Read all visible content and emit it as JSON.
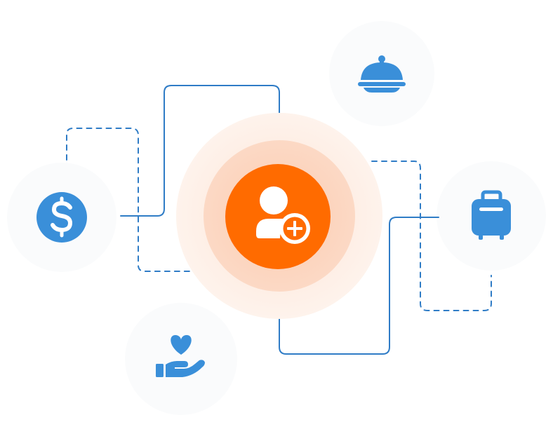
{
  "diagram": {
    "center": {
      "icon": "add-user-icon",
      "color": "#FF6B00",
      "halo_colors": [
        "#FEF1EA",
        "#FDDDCB"
      ]
    },
    "nodes": [
      {
        "id": "money",
        "icon": "dollar-icon"
      },
      {
        "id": "food",
        "icon": "cloche-icon"
      },
      {
        "id": "travel",
        "icon": "suitcase-icon"
      },
      {
        "id": "care",
        "icon": "heart-hand-icon"
      }
    ],
    "line_color": "#2F7CC6",
    "icon_color": "#3A8FD9",
    "node_bg": "#FAFBFC"
  }
}
